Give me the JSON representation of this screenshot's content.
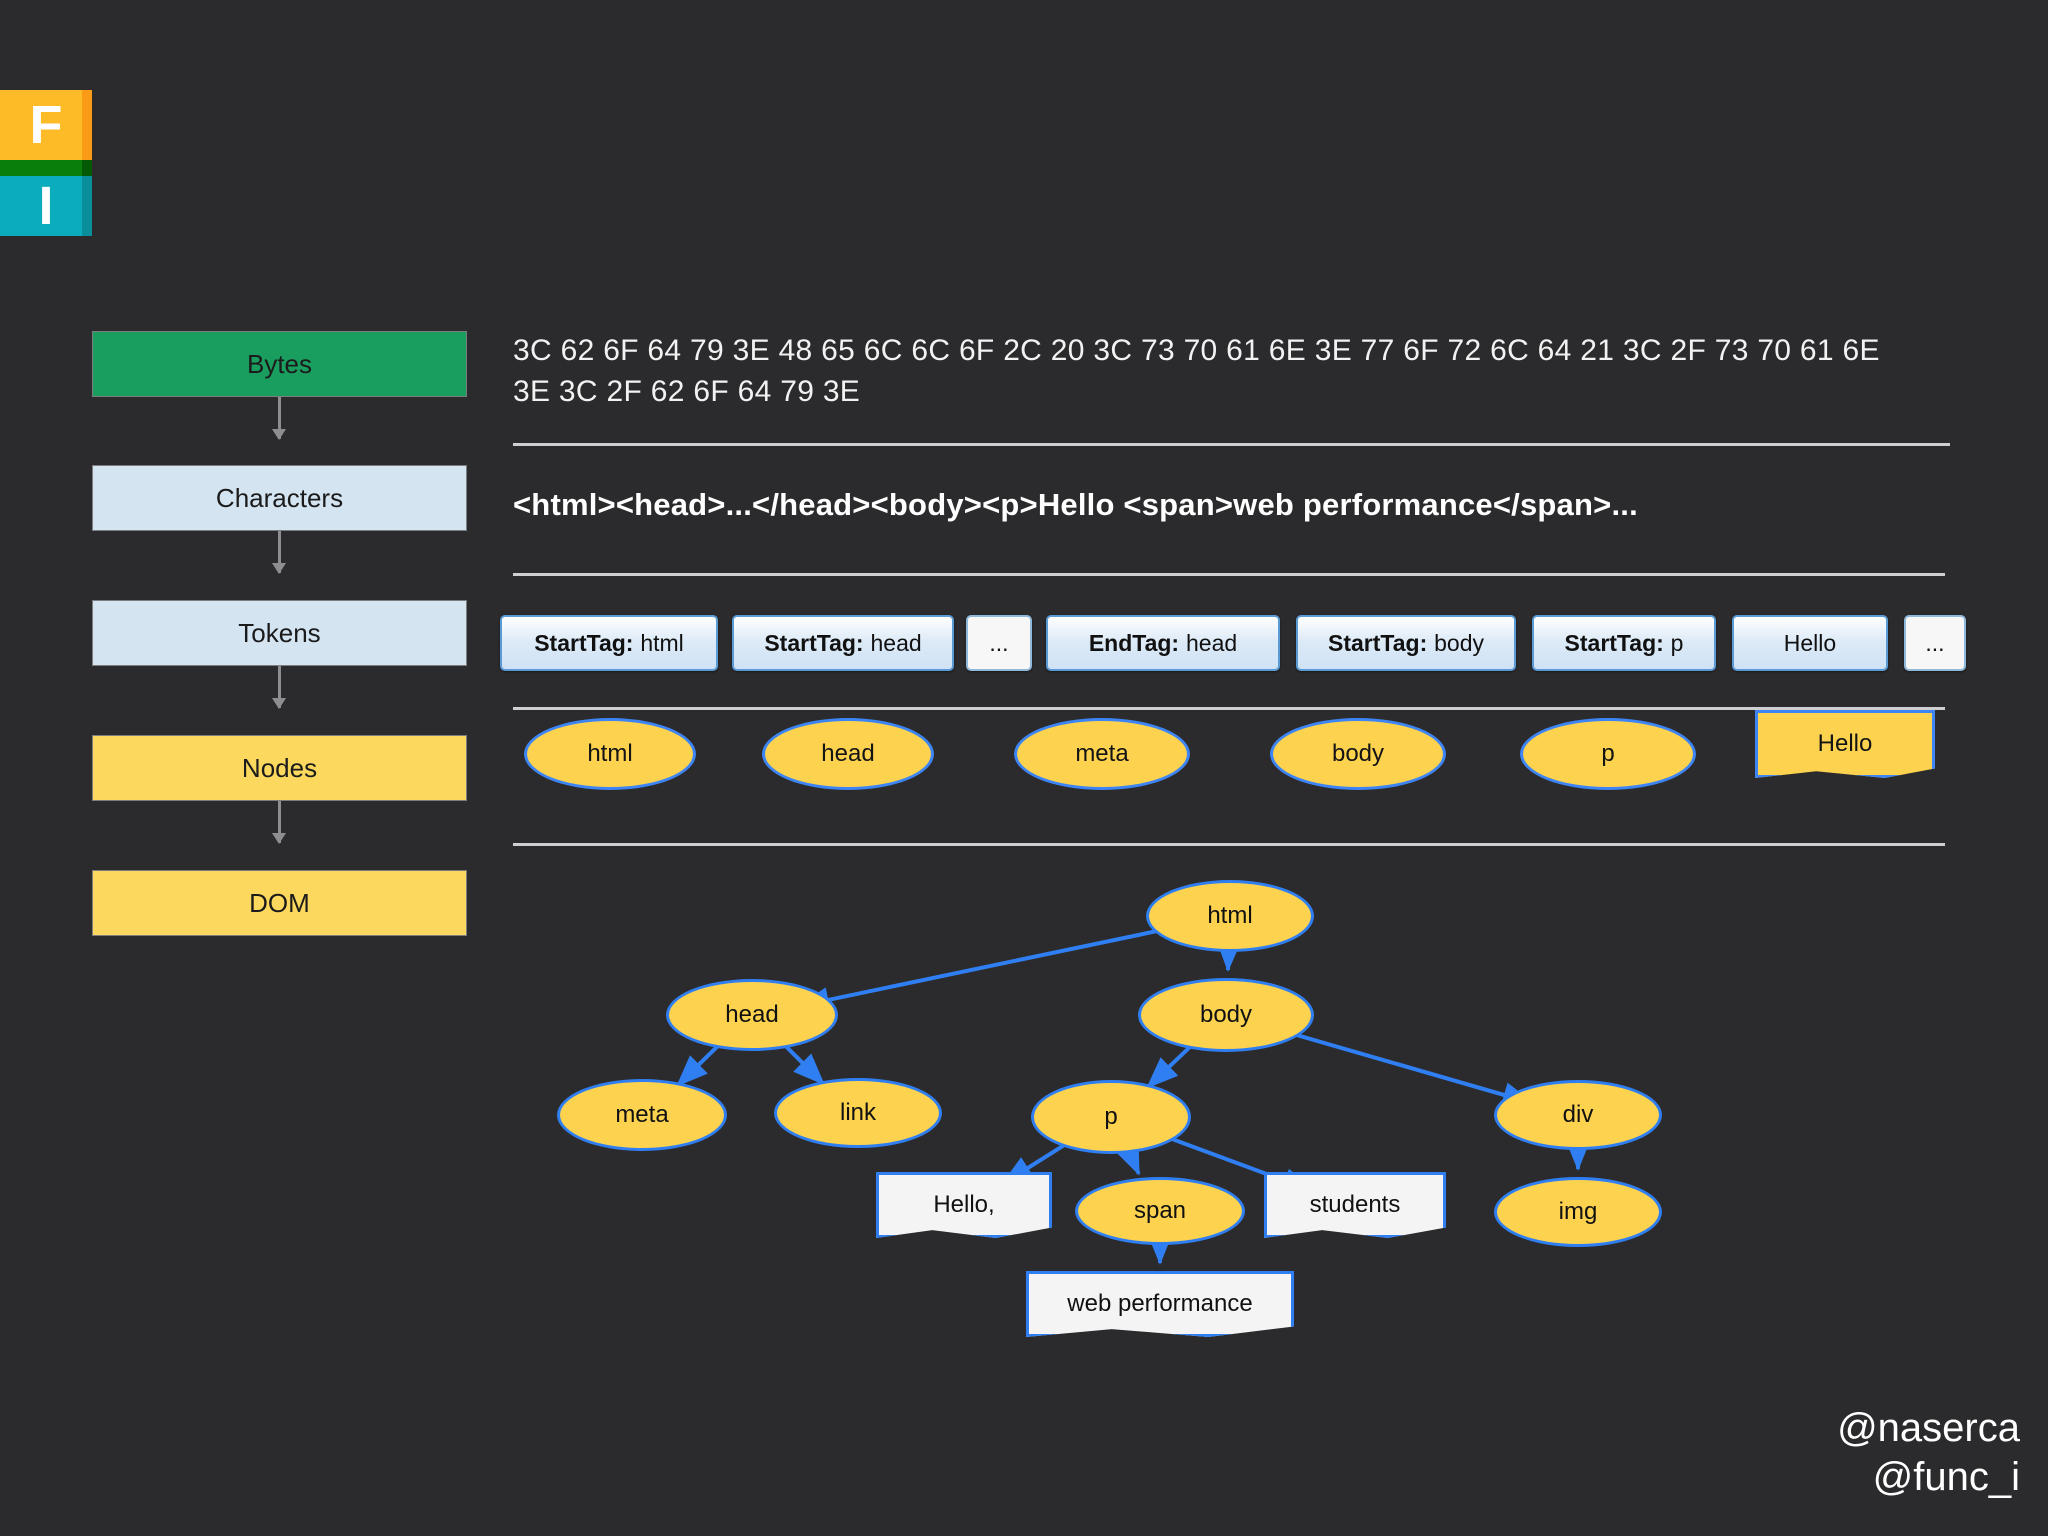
{
  "logo": {
    "letters": [
      "F",
      "I"
    ],
    "colors": {
      "orange": "#fcbb27",
      "green": "#0a7e0a",
      "teal": "#0bacbd"
    }
  },
  "pipeline": {
    "stages": [
      {
        "label": "Bytes",
        "variant": "green"
      },
      {
        "label": "Characters",
        "variant": "blue"
      },
      {
        "label": "Tokens",
        "variant": "blue"
      },
      {
        "label": "Nodes",
        "variant": "yellow"
      },
      {
        "label": "DOM",
        "variant": "yellow"
      }
    ]
  },
  "bytes_row": {
    "text": "3C 62 6F 64 79 3E 48 65 6C 6C 6F 2C 20 3C 73 70 61 6E 3E 77 6F 72 6C 64 21 3C 2F 73 70 61 6E 3E 3C 2F 62 6F 64 79 3E"
  },
  "characters_row": {
    "text": "<html><head>...</head><body><p>Hello <span>web performance</span>..."
  },
  "tokens_row": {
    "tokens": [
      {
        "kind": "StartTag:",
        "value": "html",
        "style": "tag"
      },
      {
        "kind": "StartTag:",
        "value": "head",
        "style": "tag"
      },
      {
        "kind": "",
        "value": "...",
        "style": "plain"
      },
      {
        "kind": "EndTag:",
        "value": "head",
        "style": "tag"
      },
      {
        "kind": "StartTag:",
        "value": "body",
        "style": "tag"
      },
      {
        "kind": "StartTag:",
        "value": "p",
        "style": "tag"
      },
      {
        "kind": "",
        "value": "Hello",
        "style": "tag"
      },
      {
        "kind": "",
        "value": "...",
        "style": "plain"
      }
    ]
  },
  "nodes_row": {
    "nodes": [
      {
        "label": "html",
        "shape": "ellipse"
      },
      {
        "label": "head",
        "shape": "ellipse"
      },
      {
        "label": "meta",
        "shape": "ellipse"
      },
      {
        "label": "body",
        "shape": "ellipse"
      },
      {
        "label": "p",
        "shape": "ellipse"
      },
      {
        "label": "Hello",
        "shape": "document"
      }
    ]
  },
  "dom_tree": {
    "nodes": [
      {
        "id": "html",
        "label": "html",
        "shape": "ellipse"
      },
      {
        "id": "head",
        "label": "head",
        "shape": "ellipse"
      },
      {
        "id": "body",
        "label": "body",
        "shape": "ellipse"
      },
      {
        "id": "meta",
        "label": "meta",
        "shape": "ellipse"
      },
      {
        "id": "link",
        "label": "link",
        "shape": "ellipse"
      },
      {
        "id": "p",
        "label": "p",
        "shape": "ellipse"
      },
      {
        "id": "div",
        "label": "div",
        "shape": "ellipse"
      },
      {
        "id": "hello",
        "label": "Hello,",
        "shape": "text"
      },
      {
        "id": "span",
        "label": "span",
        "shape": "ellipse"
      },
      {
        "id": "students",
        "label": "students",
        "shape": "text"
      },
      {
        "id": "img",
        "label": "img",
        "shape": "ellipse"
      },
      {
        "id": "webperf",
        "label": "web performance",
        "shape": "text"
      }
    ],
    "edges": [
      {
        "from": "html",
        "to": "head"
      },
      {
        "from": "html",
        "to": "body"
      },
      {
        "from": "head",
        "to": "meta"
      },
      {
        "from": "head",
        "to": "link"
      },
      {
        "from": "body",
        "to": "p"
      },
      {
        "from": "body",
        "to": "div"
      },
      {
        "from": "p",
        "to": "hello"
      },
      {
        "from": "p",
        "to": "span"
      },
      {
        "from": "p",
        "to": "students"
      },
      {
        "from": "div",
        "to": "img"
      },
      {
        "from": "span",
        "to": "webperf"
      }
    ]
  },
  "handles": {
    "line1": "@naserca",
    "line2": "@func_i"
  },
  "colors": {
    "background": "#2b2b2d",
    "stage_green": "#1a9e5f",
    "stage_blue": "#d5e4f1",
    "stage_yellow": "#fcd95e",
    "node_yellow": "#fcd24f",
    "edge_blue": "#2f7ff2",
    "token_blue": "#5b9bd5"
  }
}
